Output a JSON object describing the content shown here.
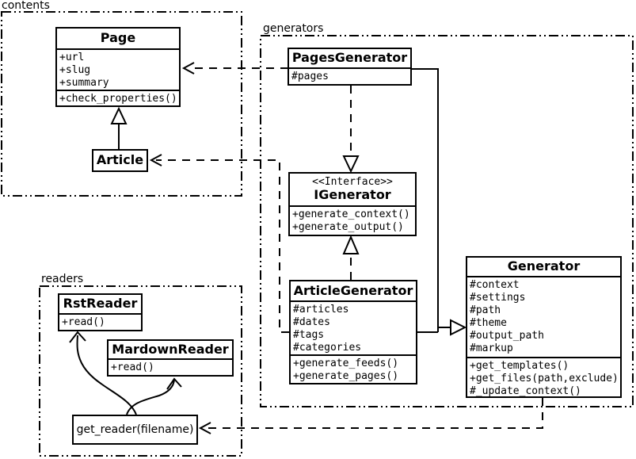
{
  "packages": {
    "contents": {
      "label": "contents"
    },
    "generators": {
      "label": "generators"
    },
    "readers": {
      "label": "readers"
    }
  },
  "classes": {
    "page": {
      "name": "Page",
      "attributes": [
        "+url",
        "+slug",
        "+summary"
      ],
      "methods": [
        "+check_properties()"
      ]
    },
    "article": {
      "name": "Article"
    },
    "pages_generator": {
      "name": "PagesGenerator",
      "attributes": [
        "#pages"
      ]
    },
    "igenerator": {
      "stereotype": "<<Interface>>",
      "name": "IGenerator",
      "methods": [
        "+generate_context()",
        "+generate_output()"
      ]
    },
    "article_generator": {
      "name": "ArticleGenerator",
      "attributes": [
        "#articles",
        "#dates",
        "#tags",
        "#categories"
      ],
      "methods": [
        "+generate_feeds()",
        "+generate_pages()"
      ]
    },
    "generator": {
      "name": "Generator",
      "attributes": [
        "#context",
        "#settings",
        "#path",
        "#theme",
        "#output_path",
        "#markup"
      ],
      "methods": [
        "+get_templates()",
        "+get_files(path,exclude)",
        "#_update_context()"
      ]
    },
    "rst_reader": {
      "name": "RstReader",
      "methods": [
        "+read()"
      ]
    },
    "markdown_reader": {
      "name": "MardownReader",
      "methods": [
        "+read()"
      ]
    }
  },
  "nodes": {
    "get_reader": {
      "label": "get_reader(filename)"
    }
  },
  "relationships": [
    {
      "from": "Article",
      "to": "Page",
      "type": "inheritance"
    },
    {
      "from": "PagesGenerator",
      "to": "Page",
      "type": "dependency"
    },
    {
      "from": "ArticleGenerator",
      "to": "Article",
      "type": "dependency"
    },
    {
      "from": "PagesGenerator",
      "to": "IGenerator",
      "type": "realization"
    },
    {
      "from": "ArticleGenerator",
      "to": "IGenerator",
      "type": "realization"
    },
    {
      "from": "PagesGenerator",
      "to": "Generator",
      "type": "inheritance"
    },
    {
      "from": "ArticleGenerator",
      "to": "Generator",
      "type": "inheritance"
    },
    {
      "from": "Generator",
      "to": "get_reader(filename)",
      "type": "dependency"
    },
    {
      "from": "get_reader(filename)",
      "to": "RstReader",
      "type": "reference"
    },
    {
      "from": "get_reader(filename)",
      "to": "MardownReader",
      "type": "reference"
    }
  ],
  "colors": {
    "line": "#000000",
    "background": "#ffffff",
    "box_fill": "#ffffff"
  }
}
